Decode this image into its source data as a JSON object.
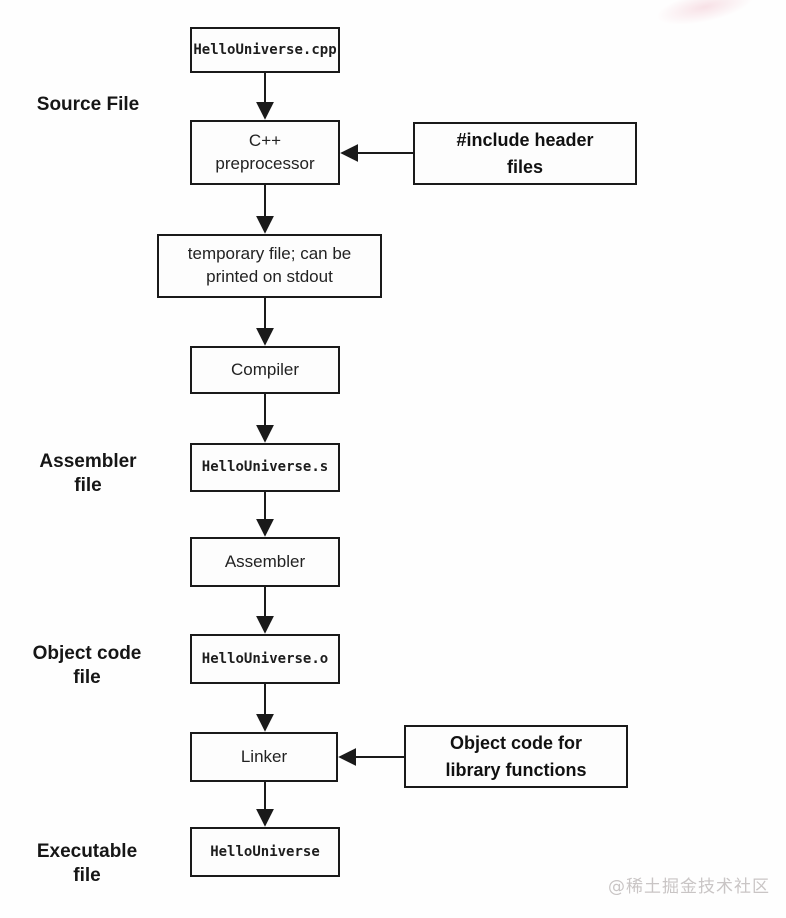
{
  "page": {
    "watermark": "@稀土掘金技术社区",
    "colors": {
      "line": "#1a1a1a",
      "text": "#1d1d1d",
      "box_background": "#fdfdfd",
      "watermark": "#c9c5c5",
      "background": "#fefefe"
    }
  },
  "side_labels": {
    "source_file": "Source File",
    "assembler_file": "Assembler\nfile",
    "object_code_file": "Object code\nfile",
    "executable_file": "Executable\nfile"
  },
  "nodes": {
    "source_file_name": "HelloUniverse.cpp",
    "preprocessor": "C++\npreprocessor",
    "temp_file": "temporary file; can be\nprinted on stdout",
    "compiler": "Compiler",
    "assembly_file_name": "HelloUniverse.s",
    "assembler": "Assembler",
    "object_file_name": "HelloUniverse.o",
    "linker": "Linker",
    "executable_name": "HelloUniverse"
  },
  "annotations": {
    "include_headers": "#include header\nfiles",
    "object_code_library": "Object code for\nlibrary functions"
  }
}
